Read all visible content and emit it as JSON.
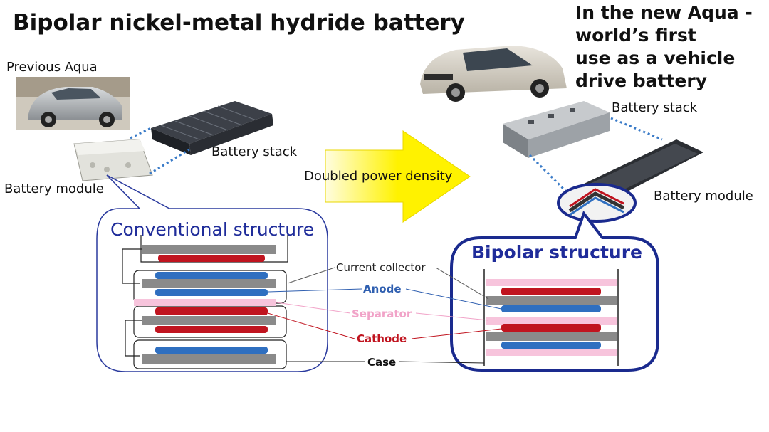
{
  "title": "Bipolar nickel-metal hydride battery",
  "headline": [
    "In the new Aqua -",
    "world’s first",
    "use as a vehicle",
    "drive battery"
  ],
  "left": {
    "previous_aqua": "Previous Aqua",
    "battery_stack": "Battery stack",
    "battery_module": "Battery module",
    "structure_title": "Conventional structure"
  },
  "arrow_label": "Doubled power density",
  "right": {
    "battery_stack": "Battery stack",
    "battery_module": "Battery module",
    "structure_title": "Bipolar structure"
  },
  "callouts": {
    "current_collector": "Current collector",
    "anode": "Anode",
    "separator": "Separator",
    "cathode": "Cathode",
    "case": "Case"
  },
  "colors": {
    "title_blue": "#1f2c9a",
    "anode": "#2f5fb0",
    "separator": "#f1a3c8",
    "cathode": "#c0141f",
    "arrow": "#fff200"
  }
}
